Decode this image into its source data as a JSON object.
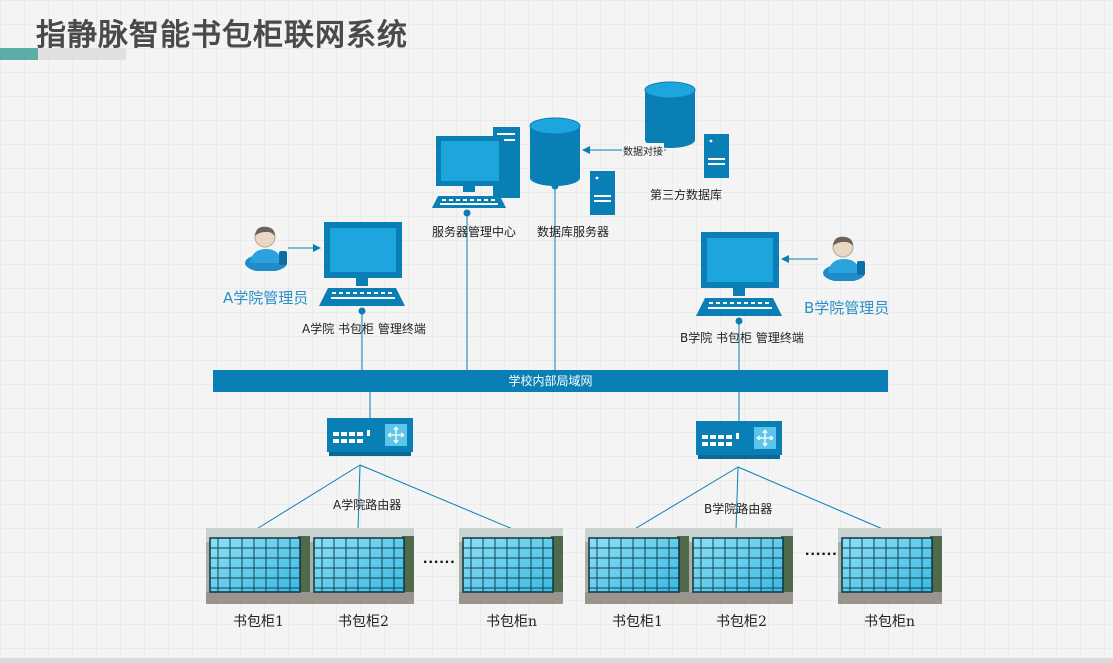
{
  "title": "指静脉智能书包柜联网系统",
  "server_center": "服务器管理中心",
  "db_server": "数据库服务器",
  "third_party_db": "第三方数据库",
  "data_link": "数据对接",
  "admin_a": "A学院管理员",
  "admin_b": "B学院管理员",
  "terminal_a": "A学院 书包柜 管理终端",
  "terminal_b": "B学院 书包柜 管理终端",
  "lan": "学校内部局域网",
  "router_a": "A学院路由器",
  "router_b": "B学院路由器",
  "ellipsis": "......",
  "cabinets_a": [
    "书包柜1",
    "书包柜2",
    "书包柜n"
  ],
  "cabinets_b": [
    "书包柜1",
    "书包柜2",
    "书包柜n"
  ],
  "colors": {
    "primary": "#0a7fb6",
    "screen": "#1da5dd",
    "accent": "#5aaea5"
  }
}
